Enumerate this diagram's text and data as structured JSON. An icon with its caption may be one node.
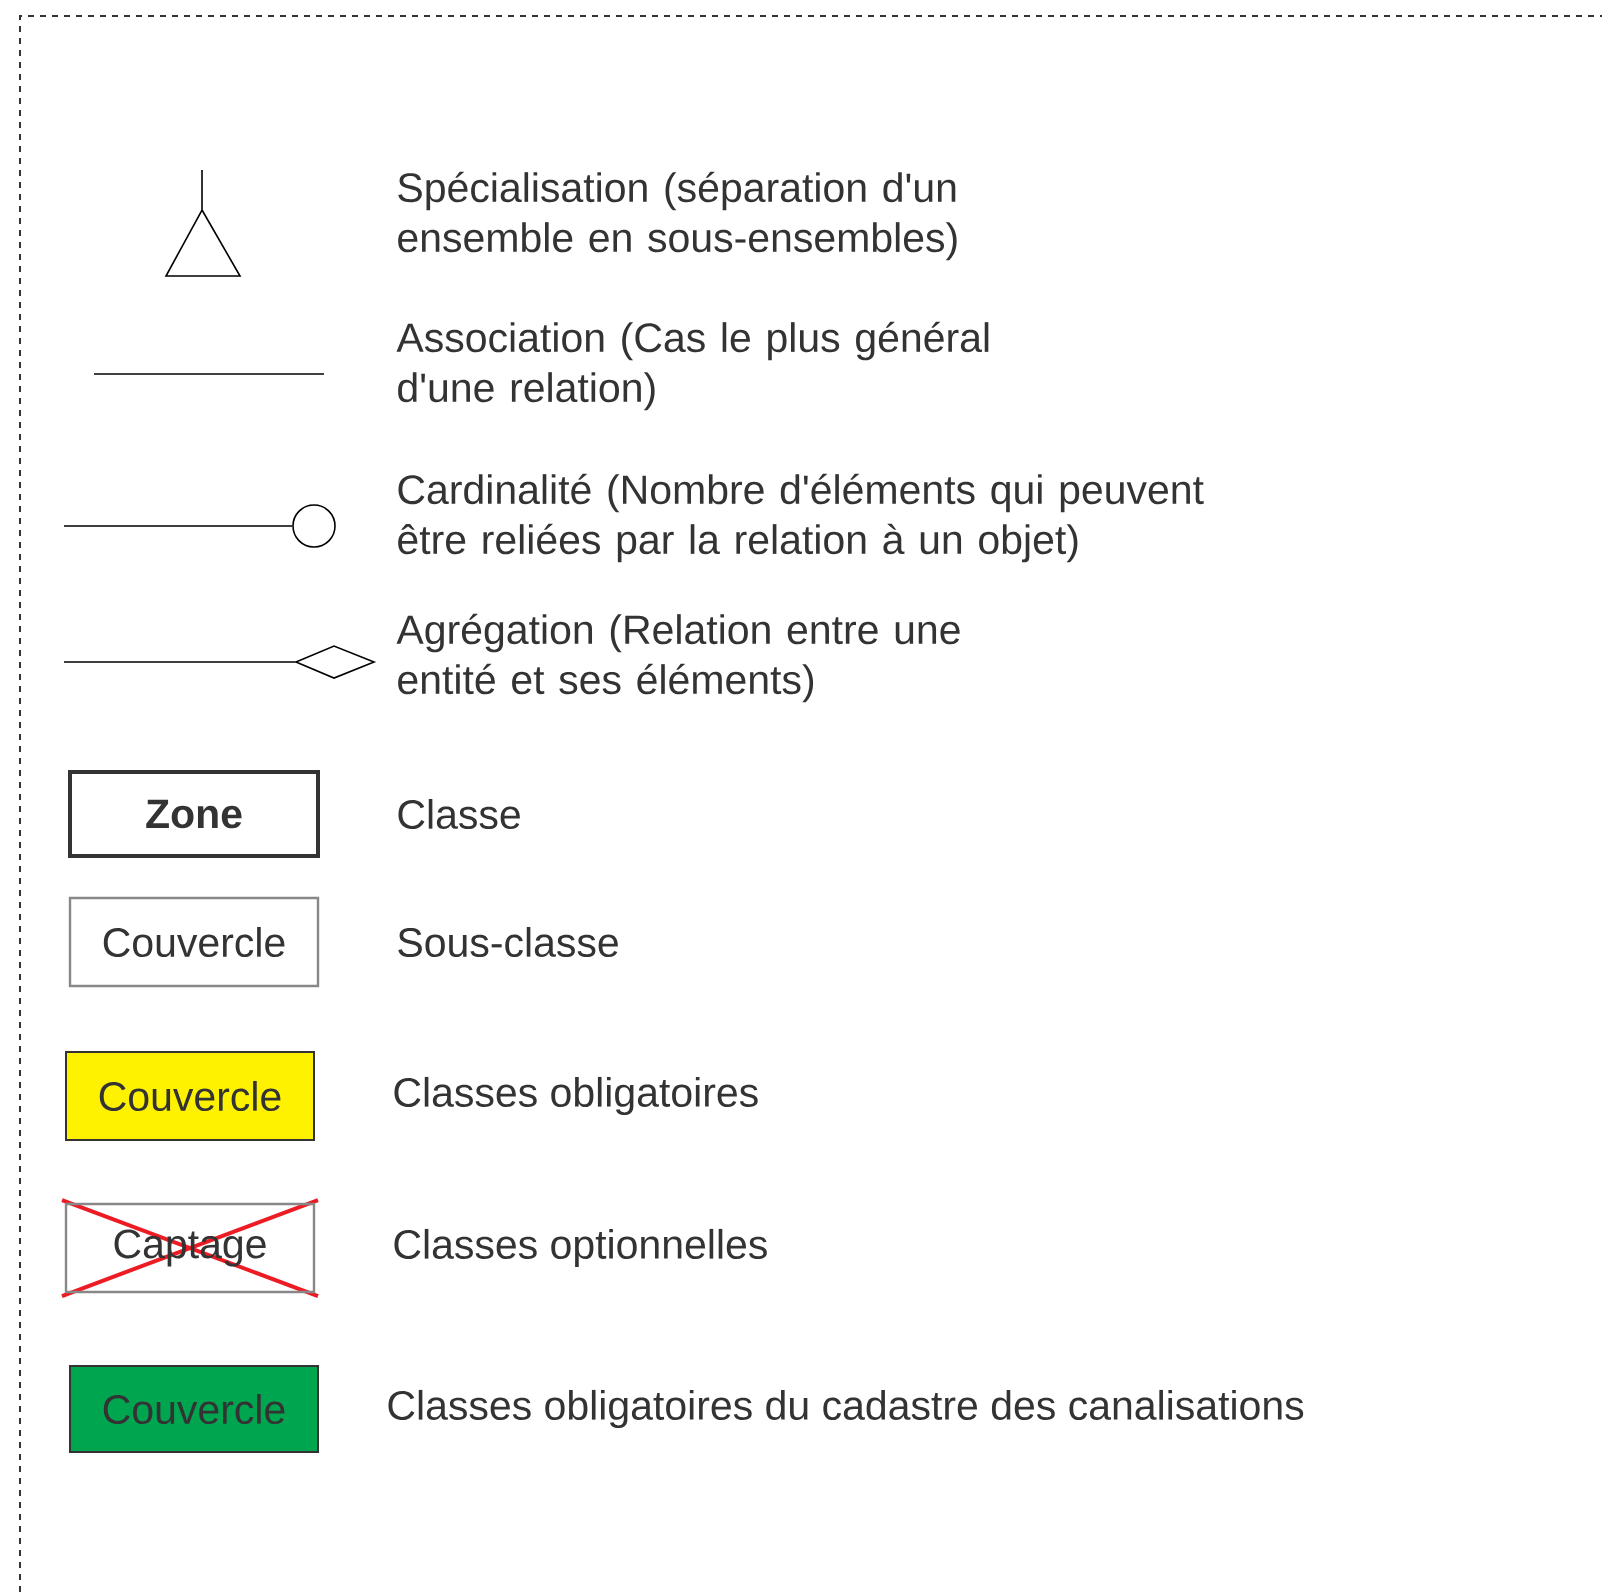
{
  "diagram": {
    "nodes": [
      {
        "text": [
          "Zone"
        ],
        "beside": [
          "Classe"
        ]
      },
      {
        "text": [
          "Couvercle"
        ],
        "beside": [
          "Sous-classe"
        ]
      },
      {
        "text": [
          "Couvercle"
        ],
        "beside": [
          "Classes obligatoires"
        ]
      },
      {
        "text": [
          "Captage"
        ],
        "beside": [
          "Classes optionnelles"
        ]
      },
      {
        "text": [
          "Couvercle"
        ],
        "beside": [
          "Classes obligatoires du cadastre  des canalisations"
        ]
      }
    ],
    "legend": [
      {
        "text": "Spécialisation (séparation d'un ensemble en sous-ensembles)"
      },
      {
        "text": "Association (Cas le plus général d'une relation)"
      },
      {
        "text": "Cardinalité (Nombre d'éléments qui peuvent être reliées par la relation à un objet)"
      },
      {
        "text": "Agrégation (Relation entre une entité et ses éléments)"
      }
    ]
  }
}
